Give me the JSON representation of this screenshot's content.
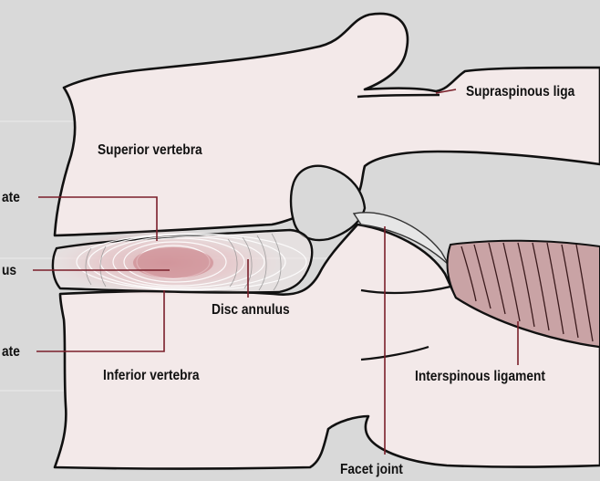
{
  "labels": {
    "supraspinous": "Supraspinous liga",
    "superior_vertebra": "Superior vertebra",
    "endplate_top": "ate",
    "nucleus": "us",
    "disc_annulus": "Disc annulus",
    "endplate_bottom": "ate",
    "inferior_vertebra": "Inferior vertebra",
    "interspinous": "Interspinous ligament",
    "facet_joint": "Facet joint"
  },
  "colors": {
    "background": "#d9d9d9",
    "bone": "#f3e9e9",
    "outline": "#111111",
    "disc_glow": "#d9a0a6",
    "nucleus": "#b86870",
    "ligament": "#c9a3a5",
    "leader": "#7a1f2a"
  }
}
